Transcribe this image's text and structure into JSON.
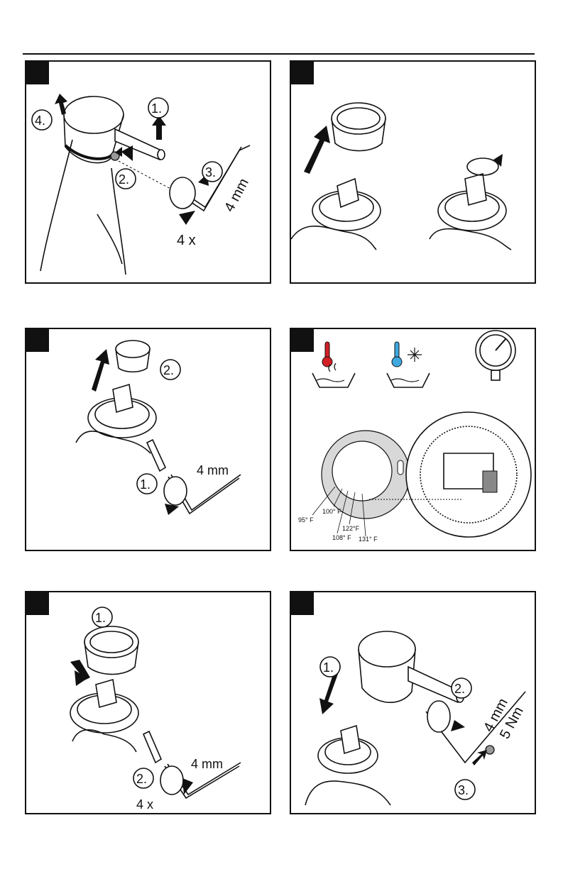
{
  "panels": [
    {
      "id": "remove-handle",
      "labels": {
        "step1": "1.",
        "step2": "2.",
        "step3": "3.",
        "step4": "4.",
        "tool": "4 mm",
        "turns": "4 x"
      }
    },
    {
      "id": "remove-cover",
      "labels": {}
    },
    {
      "id": "remove-limiter",
      "labels": {
        "step1": "1.",
        "step2": "2.",
        "tool": "4 mm"
      }
    },
    {
      "id": "temperature-limit",
      "labels": {
        "t95": "95° F",
        "t100": "100° F",
        "t108": "108° F",
        "t122": "122°F",
        "t131": "131° F"
      },
      "icons": [
        "hot-water-icon",
        "cold-water-icon",
        "pressure-gauge-icon"
      ],
      "colors": {
        "hot": "#d21f26",
        "cold": "#3fa9e0",
        "ring": "#d8d8d8"
      }
    },
    {
      "id": "install-cover",
      "labels": {
        "step1": "1.",
        "step2": "2.",
        "tool": "4 mm",
        "turns": "4 x"
      }
    },
    {
      "id": "install-handle",
      "labels": {
        "step1": "1.",
        "step2": "2.",
        "step3": "3.",
        "tool": "4 mm",
        "torque": "5 Nm"
      }
    }
  ]
}
